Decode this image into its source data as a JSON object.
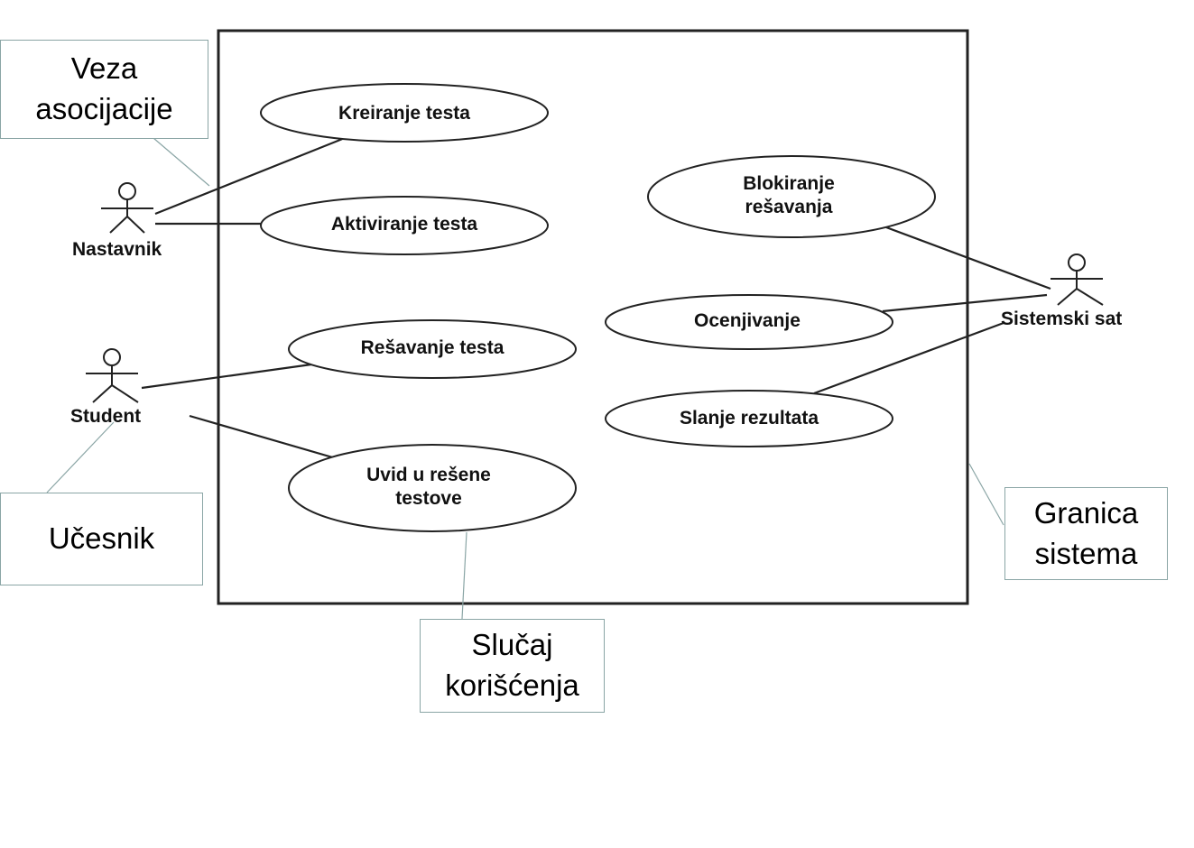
{
  "use_cases": {
    "kreiranje": [
      "Kreiranje testa"
    ],
    "aktiviranje": [
      "Aktiviranje testa"
    ],
    "resavanje": [
      "Rešavanje testa"
    ],
    "uvid": [
      "Uvid u rešene",
      "testove"
    ],
    "blokiranje": [
      "Blokiranje",
      "rešavanja"
    ],
    "ocenjivanje": [
      "Ocenjivanje"
    ],
    "slanje": [
      "Slanje rezultata"
    ]
  },
  "actors": {
    "nastavnik": "Nastavnik",
    "student": "Student",
    "sistemski_sat": "Sistemski sat"
  },
  "callouts": {
    "veza_asocijacije": [
      "Veza",
      "asocijacije"
    ],
    "ucesnik": [
      "Učesnik"
    ],
    "granica_sistema": [
      "Granica",
      "sistema"
    ],
    "slucaj_koriscenja": [
      "Slučaj",
      "korišćenja"
    ]
  },
  "colors": {
    "line": "#222222",
    "callout_border": "#8aa5a5",
    "leader": "#8aa5a5"
  }
}
